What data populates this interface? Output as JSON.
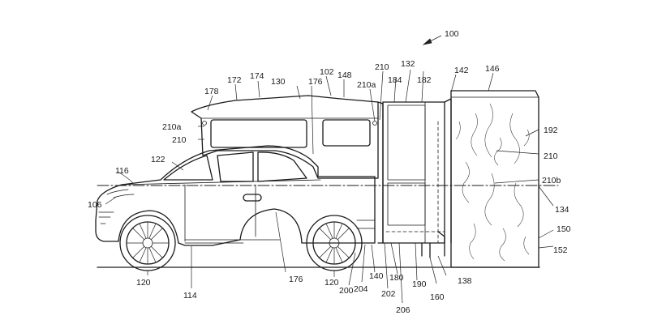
{
  "figure": {
    "labels": [
      {
        "id": "ref-100",
        "text": "100"
      },
      {
        "id": "ref-102",
        "text": "102"
      },
      {
        "id": "ref-106",
        "text": "106"
      },
      {
        "id": "ref-114",
        "text": "114"
      },
      {
        "id": "ref-116",
        "text": "116"
      },
      {
        "id": "ref-120a",
        "text": "120"
      },
      {
        "id": "ref-120b",
        "text": "120"
      },
      {
        "id": "ref-122",
        "text": "122"
      },
      {
        "id": "ref-130",
        "text": "130"
      },
      {
        "id": "ref-132",
        "text": "132"
      },
      {
        "id": "ref-134",
        "text": "134"
      },
      {
        "id": "ref-138",
        "text": "138"
      },
      {
        "id": "ref-140",
        "text": "140"
      },
      {
        "id": "ref-142",
        "text": "142"
      },
      {
        "id": "ref-146",
        "text": "146"
      },
      {
        "id": "ref-148",
        "text": "148"
      },
      {
        "id": "ref-150",
        "text": "150"
      },
      {
        "id": "ref-152",
        "text": "152"
      },
      {
        "id": "ref-160",
        "text": "160"
      },
      {
        "id": "ref-172",
        "text": "172"
      },
      {
        "id": "ref-174",
        "text": "174"
      },
      {
        "id": "ref-176a",
        "text": "176"
      },
      {
        "id": "ref-176b",
        "text": "176"
      },
      {
        "id": "ref-178",
        "text": "178"
      },
      {
        "id": "ref-180",
        "text": "180"
      },
      {
        "id": "ref-182",
        "text": "182"
      },
      {
        "id": "ref-184",
        "text": "184"
      },
      {
        "id": "ref-190",
        "text": "190"
      },
      {
        "id": "ref-192",
        "text": "192"
      },
      {
        "id": "ref-200",
        "text": "200"
      },
      {
        "id": "ref-202",
        "text": "202"
      },
      {
        "id": "ref-204",
        "text": "204"
      },
      {
        "id": "ref-206",
        "text": "206"
      },
      {
        "id": "ref-210a",
        "text": "210"
      },
      {
        "id": "ref-210b",
        "text": "210"
      },
      {
        "id": "ref-210c",
        "text": "210"
      },
      {
        "id": "ref-210a-top",
        "text": "210a"
      },
      {
        "id": "ref-210a-left",
        "text": "210a"
      },
      {
        "id": "ref-210b-right",
        "text": "210b"
      }
    ]
  }
}
